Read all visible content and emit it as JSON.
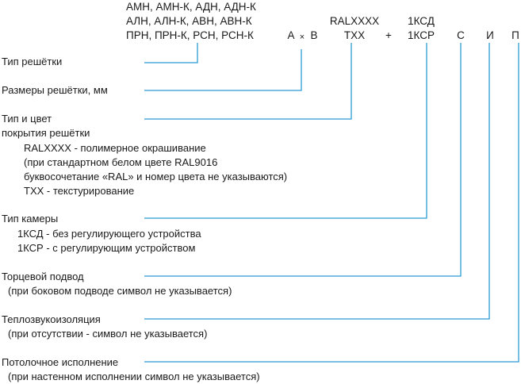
{
  "code": {
    "grille_types": [
      "АМН, АМН-К, АДН, АДН-К",
      "АЛН, АЛН-К, АВН, АВН-К",
      "ПРН, ПРН-К, РСН, РСН-К"
    ],
    "dim_a": "А",
    "times": "×",
    "dim_b": "В",
    "color_ral": "RALXXXX",
    "color_txx": "ТХХ",
    "plus": "+",
    "chamber_ksd": "1КСД",
    "chamber_ksr": "1КСР",
    "end_supply": "С",
    "insulation": "И",
    "ceiling": "П"
  },
  "legend": {
    "grille_type": "Тип решётки",
    "grille_size": "Размеры решётки, мм",
    "coating_l1": "Тип и цвет",
    "coating_l2": "покрытия решётки",
    "coating_ral": "RALXXXX - полимерное окрашивание",
    "coating_note1": "(при стандартном белом цвете RAL9016",
    "coating_note2": "буквосочетание «RAL» и номер цвета не указываются)",
    "coating_txx": "ТХХ - текстурирование",
    "chamber": "Тип камеры",
    "chamber_ksd": "1КСД - без регулирующего устройства",
    "chamber_ksr": "1КСР - с регулирующим устройством",
    "end_supply": "Торцевой подвод",
    "end_supply_note": "(при боковом подводе символ не указывается)",
    "insulation": "Теплозвукоизоляция",
    "insulation_note": "(при отсутствии - символ не указывается)",
    "ceiling": "Потолочное исполнение",
    "ceiling_note": "(при настенном исполнении символ не указывается)"
  },
  "colors": {
    "leader_line": "#2b9bd6",
    "text": "#1a1a1a"
  }
}
